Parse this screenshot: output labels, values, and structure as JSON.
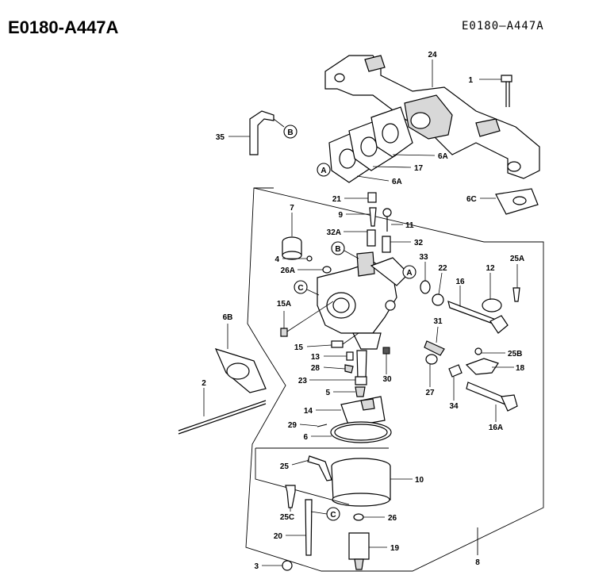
{
  "header": {
    "title": "E0180-A447A",
    "code": "E0180–A447A"
  },
  "callouts": [
    "A",
    "B",
    "C"
  ],
  "parts": {
    "p1": "1",
    "p2": "2",
    "p3": "3",
    "p4": "4",
    "p5": "5",
    "p6": "6",
    "p6a1": "6A",
    "p6a2": "6A",
    "p6b": "6B",
    "p6c": "6C",
    "p7": "7",
    "p8": "8",
    "p9": "9",
    "p10": "10",
    "p11": "11",
    "p12": "12",
    "p13": "13",
    "p14": "14",
    "p15": "15",
    "p15a": "15A",
    "p16": "16",
    "p16a": "16A",
    "p17": "17",
    "p18": "18",
    "p19": "19",
    "p20": "20",
    "p21": "21",
    "p22": "22",
    "p23": "23",
    "p24": "24",
    "p25": "25",
    "p25a": "25A",
    "p25b": "25B",
    "p25c": "25C",
    "p26": "26",
    "p26a": "26A",
    "p27": "27",
    "p28": "28",
    "p29": "29",
    "p30": "30",
    "p31": "31",
    "p32": "32",
    "p32a": "32A",
    "p33": "33",
    "p34": "34",
    "p35": "35"
  }
}
